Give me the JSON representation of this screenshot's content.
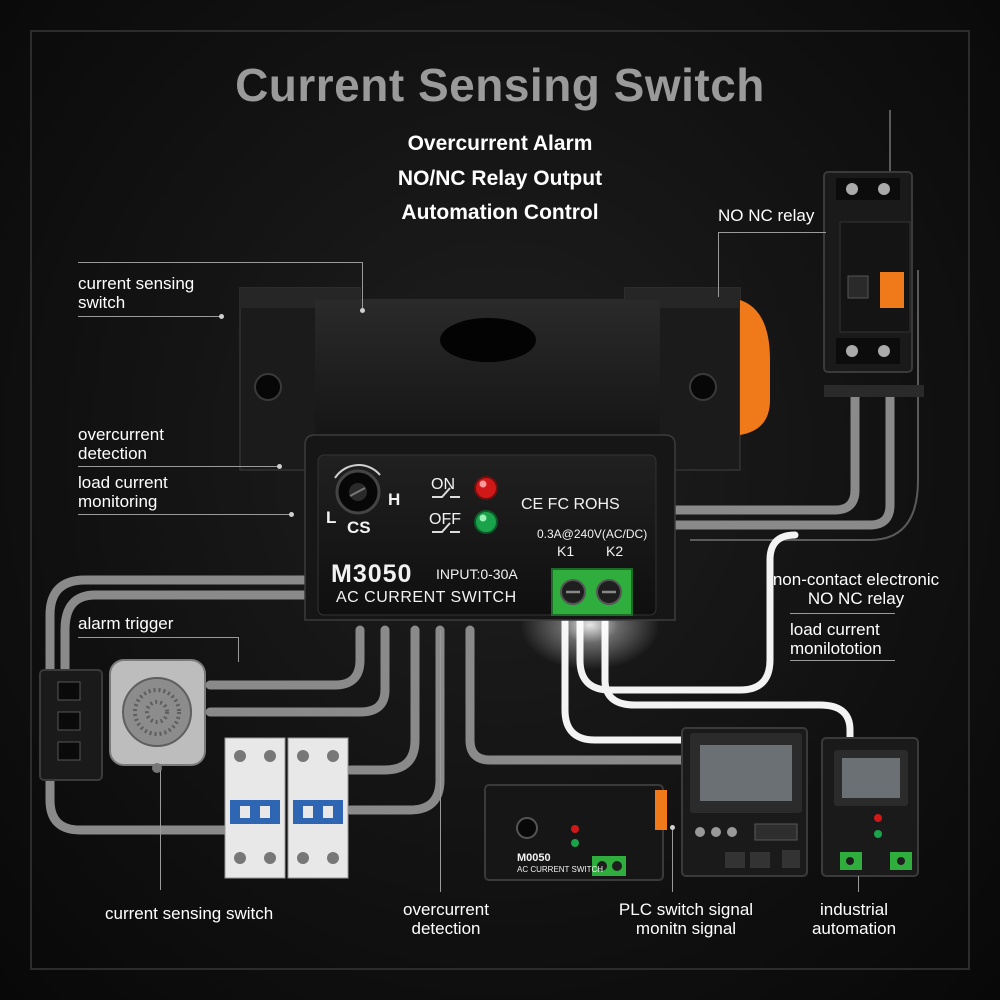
{
  "header": {
    "title": "Current Sensing Switch",
    "features": [
      "Overcurrent Alarm",
      "NO/NC Relay Output",
      "Automation Control"
    ]
  },
  "callouts": {
    "current_sensing_switch_top": "current sensing switch",
    "overcurrent_detection_left": "overcurrent detection",
    "load_current_monitoring_left": "load current monitoring",
    "alarm_trigger": "alarm trigger",
    "no_nc_relay": "NO NC relay",
    "non_contact_relay": "non-contact electronic NO NC relay",
    "load_current_monitoring_right": "load current monilototion",
    "current_sensing_switch_bottom": "current sensing switch",
    "overcurrent_detection_bottom": "overcurrent detection",
    "plc_signal": "PLC switch signal monitn signal",
    "industrial_automation": "industrial automation"
  },
  "device": {
    "model": "M3050",
    "input": "INPUT:0-30A",
    "type": "AC CURRENT SWITCH",
    "knob_low": "L",
    "knob_high": "H",
    "knob_label": "CS",
    "led_on": "ON",
    "led_off": "OFF",
    "certifications": "CE FC ROHS",
    "rating": "0.3A@240V(AC/DC)",
    "terminal_1": "K1",
    "terminal_2": "K2"
  },
  "small_device": {
    "model": "M0050",
    "type": "AC CURRENT SWITCH"
  },
  "colors": {
    "background": "#121212",
    "device_body": "#1c1c1c",
    "led_red": "#d01818",
    "led_green": "#1aa34a",
    "terminal_green": "#2fae3e",
    "accent_orange": "#f07a1a",
    "cable_gray": "#8a8a8a",
    "cable_glow": "#f4f4f4"
  }
}
